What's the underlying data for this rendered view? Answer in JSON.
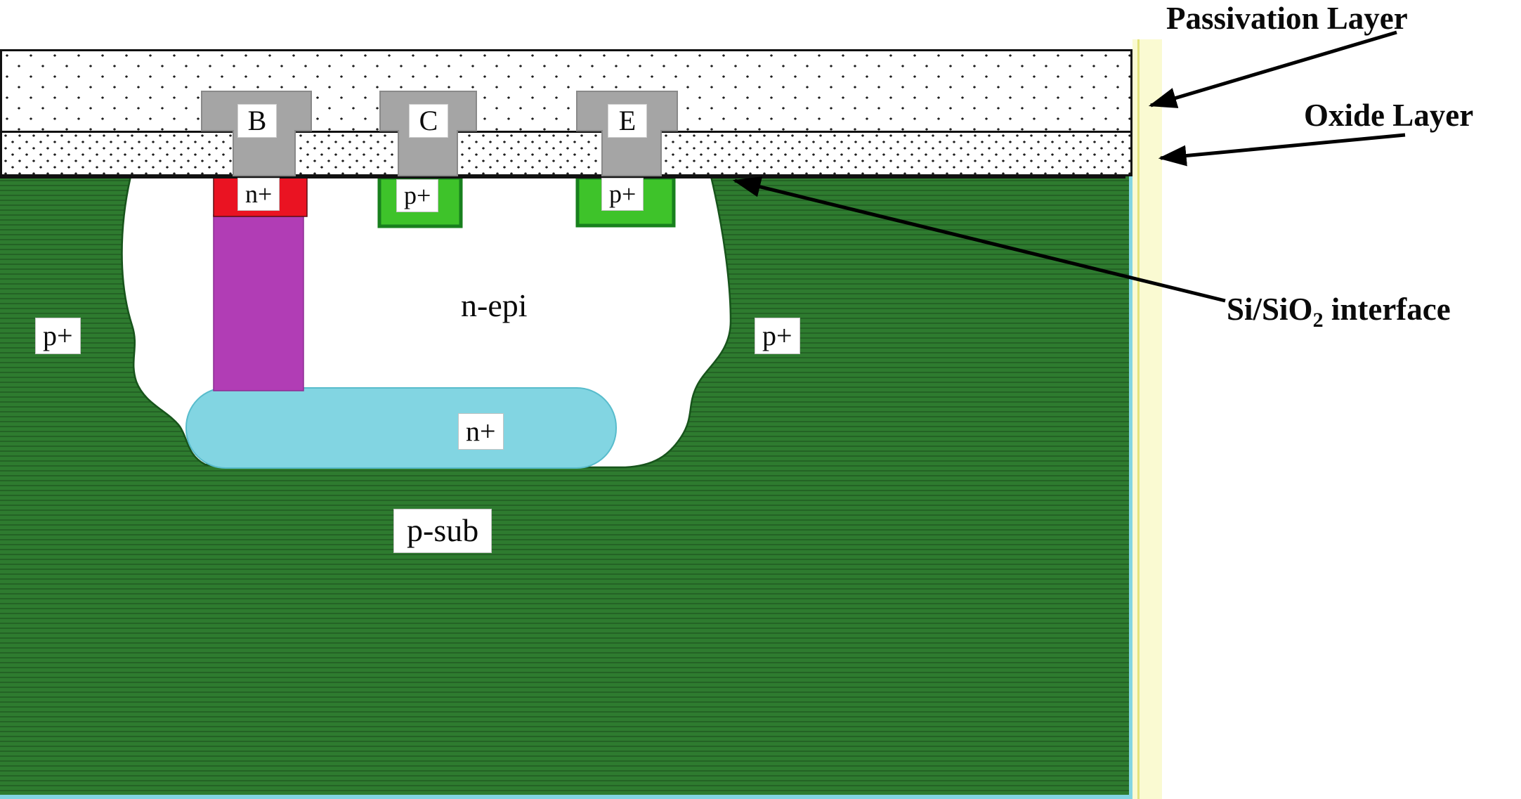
{
  "annotations": {
    "passivation": "Passivation Layer",
    "oxide": "Oxide Layer",
    "interface": {
      "pre": "Si/SiO",
      "sub": "2",
      "post": " interface"
    }
  },
  "contacts": [
    {
      "id": "base",
      "label": "B"
    },
    {
      "id": "collector",
      "label": "C"
    },
    {
      "id": "emitter",
      "label": "E"
    }
  ],
  "regions": {
    "base_nplus": "n+",
    "collector_pplus": "p+",
    "emitter_pplus": "p+",
    "left_isolation_pplus": "p+",
    "right_isolation_pplus": "p+",
    "epi": "n-epi",
    "buried_nplus": "n+",
    "substrate": "p-sub"
  },
  "colors": {
    "substrate_green": "#2e7b2f",
    "substrate_green_stripe": "#246325",
    "pplus_green": "#3ec32a",
    "pplus_green_border": "#18801d",
    "nplus_red": "#ea1322",
    "base_purple": "#b13db5",
    "buried_cyan": "#82d5e2",
    "contact_gray": "#a5a5a5",
    "strip_yellow": "#fafad2",
    "strip_yellow_line": "#e3e37d"
  }
}
